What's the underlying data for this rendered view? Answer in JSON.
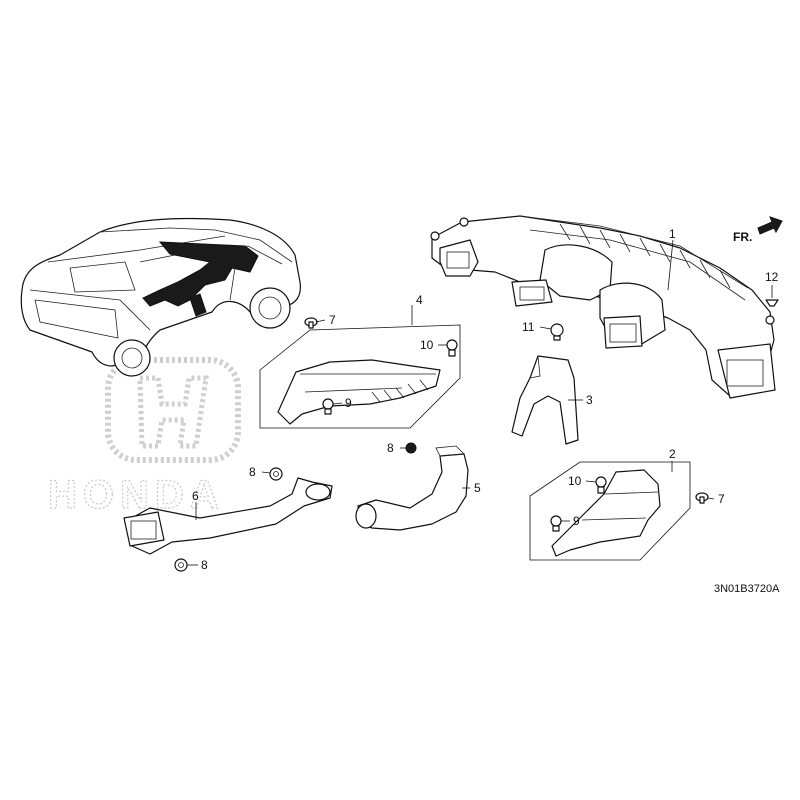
{
  "diagram": {
    "direction_label": "FR.",
    "drawing_code": "3N01B3720A",
    "watermark_text": "HONDA",
    "callouts": [
      {
        "id": "c1",
        "label": "1"
      },
      {
        "id": "c2",
        "label": "2"
      },
      {
        "id": "c3",
        "label": "3"
      },
      {
        "id": "c4",
        "label": "4"
      },
      {
        "id": "c5",
        "label": "5"
      },
      {
        "id": "c6",
        "label": "6"
      },
      {
        "id": "c7a",
        "label": "7"
      },
      {
        "id": "c7b",
        "label": "7"
      },
      {
        "id": "c8a",
        "label": "8"
      },
      {
        "id": "c8b",
        "label": "8"
      },
      {
        "id": "c8c",
        "label": "8"
      },
      {
        "id": "c9a",
        "label": "9"
      },
      {
        "id": "c9b",
        "label": "9"
      },
      {
        "id": "c10a",
        "label": "10"
      },
      {
        "id": "c10b",
        "label": "10"
      },
      {
        "id": "c11",
        "label": "11"
      },
      {
        "id": "c12",
        "label": "12"
      }
    ]
  }
}
